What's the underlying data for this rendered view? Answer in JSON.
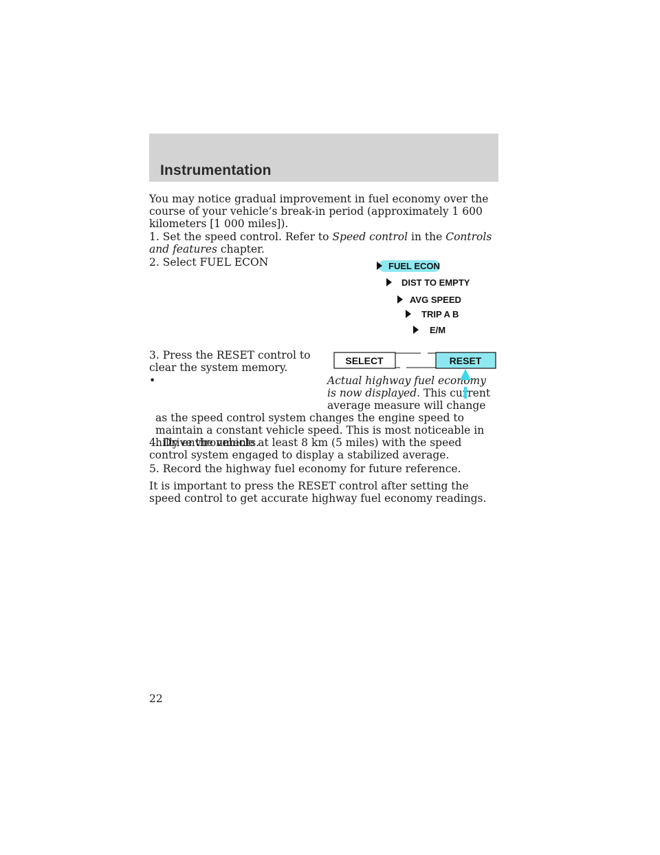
{
  "header": {
    "title": "Instrumentation"
  },
  "paragraphs": {
    "p1": "You may notice gradual improvement in fuel economy over the course of your vehicle’s break-in period (approximately 1 600 kilometers [1 000 miles]).",
    "p2_a": "1. Set the speed control. Refer to",
    "p2_b": "Speed control",
    "p2_c": "in the",
    "p2_d": "Controls and features",
    "p2_e": "chapter.",
    "p3": "2. Select FUEL ECON",
    "p4": "3. Press the RESET control to clear the system memory.",
    "bullet_symbol": "•",
    "bullet_italic": "Actual highway fuel economy is now displayed.",
    "bullet_rest": "This current average measure will change as the speed control system changes the engine speed to maintain a constant vehicle speed. This is most noticeable in hilly environments.",
    "p5": "4. Drive the vehicle at least 8 km (5 miles) with the speed control system engaged to display a stabilized average.",
    "p6": "5. Record the highway fuel economy for future reference.",
    "p7": "It is important to press the RESET control after setting the speed control to get accurate highway fuel economy readings."
  },
  "menu_diagram": {
    "items": [
      "FUEL ECON",
      "DIST TO EMPTY",
      "AVG SPEED",
      "TRIP A B",
      "E/M"
    ],
    "highlight_color": "#8fe8f0"
  },
  "buttons_diagram": {
    "select_label": "SELECT",
    "reset_label": "RESET",
    "button_color": "#8fe8f0",
    "arrow_color": "#3fd8e6"
  },
  "footer": {
    "page_number": "22"
  }
}
